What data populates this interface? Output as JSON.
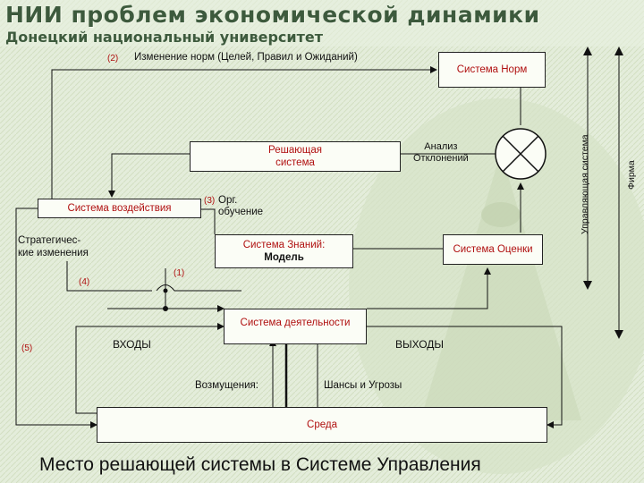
{
  "header": {
    "title": "НИИ проблем экономической динамики",
    "subtitle": "Донецкий национальный университет"
  },
  "labels": {
    "norm_change_num": "(2)",
    "norm_change": "Изменение норм (Целей, Правил и Ожиданий)",
    "deviation_analysis": "Анализ\nОтклонений",
    "org_learning_num": "(3)",
    "org_learning": "Орг.\nобучение",
    "strategic_changes": "Стратегичес-\nкие изменения",
    "loop4": "(4)",
    "loop1": "(1)",
    "loop5": "(5)",
    "inputs": "ВХОДЫ",
    "outputs": "ВЫХОДЫ",
    "disturbances": "Возмущения:",
    "chances": "Шансы и Угрозы",
    "control_system": "Управляющая система",
    "firm": "Фирма"
  },
  "boxes": {
    "norms": "Система Норм",
    "deciding": "Решающая\nсистема",
    "impact": "Система воздействия",
    "knowledge": "Система Знаний:",
    "knowledge_model": "Модель",
    "evaluation": "Система Оценки",
    "activity": "Система деятельности",
    "environment": "Среда"
  },
  "caption": "Место решающей системы в Системе Управления",
  "colors": {
    "box_text": "#b01010",
    "title": "#3d5a3d",
    "background": "#dfe9cf"
  }
}
